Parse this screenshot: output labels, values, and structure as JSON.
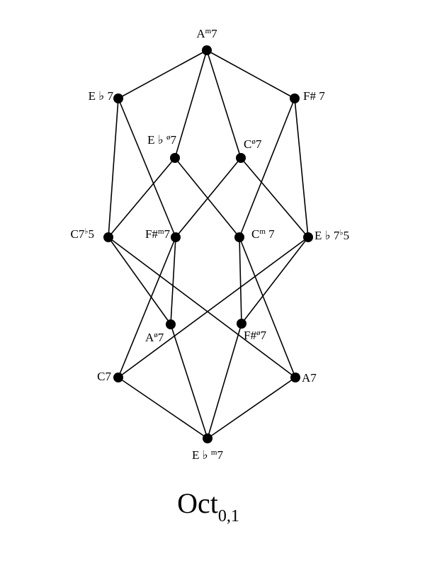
{
  "diagram": {
    "title": {
      "base": "Oct",
      "subscript": "0,1"
    },
    "nodes": [
      {
        "id": "Am7",
        "parts": [
          {
            "t": "A"
          },
          {
            "t": "m",
            "sup": true
          },
          {
            "t": "7"
          }
        ]
      },
      {
        "id": "Eb7",
        "parts": [
          {
            "t": "E ♭ 7"
          }
        ]
      },
      {
        "id": "Fs7",
        "parts": [
          {
            "t": "F# 7"
          }
        ]
      },
      {
        "id": "Ebo7",
        "parts": [
          {
            "t": "E ♭ "
          },
          {
            "t": "ø",
            "sup": true
          },
          {
            "t": "7"
          }
        ]
      },
      {
        "id": "Co7",
        "parts": [
          {
            "t": "C"
          },
          {
            "t": "ø",
            "sup": true
          },
          {
            "t": "7"
          }
        ]
      },
      {
        "id": "C7b5",
        "parts": [
          {
            "t": "C7"
          },
          {
            "t": "♭",
            "sup": true
          },
          {
            "t": "5"
          }
        ]
      },
      {
        "id": "Fsm7",
        "parts": [
          {
            "t": "F#"
          },
          {
            "t": "m",
            "sup": true
          },
          {
            "t": "7"
          }
        ]
      },
      {
        "id": "Cm7",
        "parts": [
          {
            "t": "C"
          },
          {
            "t": "m",
            "sup": true
          },
          {
            "t": " 7"
          }
        ]
      },
      {
        "id": "Eb7b5",
        "parts": [
          {
            "t": "E ♭ 7"
          },
          {
            "t": "♭",
            "sup": true
          },
          {
            "t": "5"
          }
        ]
      },
      {
        "id": "Ao7",
        "parts": [
          {
            "t": "A"
          },
          {
            "t": "ø",
            "sup": true
          },
          {
            "t": "7"
          }
        ]
      },
      {
        "id": "Fso7",
        "parts": [
          {
            "t": "F#"
          },
          {
            "t": "ø",
            "sup": true
          },
          {
            "t": "7"
          }
        ]
      },
      {
        "id": "C7",
        "parts": [
          {
            "t": "C7"
          }
        ]
      },
      {
        "id": "A7",
        "parts": [
          {
            "t": "A7"
          }
        ]
      },
      {
        "id": "Ebm7",
        "parts": [
          {
            "t": "E ♭ "
          },
          {
            "t": "m",
            "sup": true
          },
          {
            "t": "7"
          }
        ]
      }
    ],
    "edges": [
      [
        "Am7",
        "Eb7"
      ],
      [
        "Am7",
        "Fs7"
      ],
      [
        "Am7",
        "Ebo7"
      ],
      [
        "Am7",
        "Co7"
      ],
      [
        "Eb7",
        "C7b5"
      ],
      [
        "Eb7",
        "Fsm7"
      ],
      [
        "Fs7",
        "Eb7b5"
      ],
      [
        "Fs7",
        "Cm7"
      ],
      [
        "Ebo7",
        "C7b5"
      ],
      [
        "Ebo7",
        "Cm7"
      ],
      [
        "Co7",
        "Fsm7"
      ],
      [
        "Co7",
        "Eb7b5"
      ],
      [
        "C7b5",
        "Ao7"
      ],
      [
        "C7b5",
        "A7"
      ],
      [
        "Fsm7",
        "Ao7"
      ],
      [
        "Fsm7",
        "C7"
      ],
      [
        "Cm7",
        "Fso7"
      ],
      [
        "Cm7",
        "A7"
      ],
      [
        "Eb7b5",
        "Fso7"
      ],
      [
        "Eb7b5",
        "C7"
      ],
      [
        "Ao7",
        "Ebm7"
      ],
      [
        "Fso7",
        "Ebm7"
      ],
      [
        "C7",
        "Ebm7"
      ],
      [
        "A7",
        "Ebm7"
      ]
    ]
  }
}
